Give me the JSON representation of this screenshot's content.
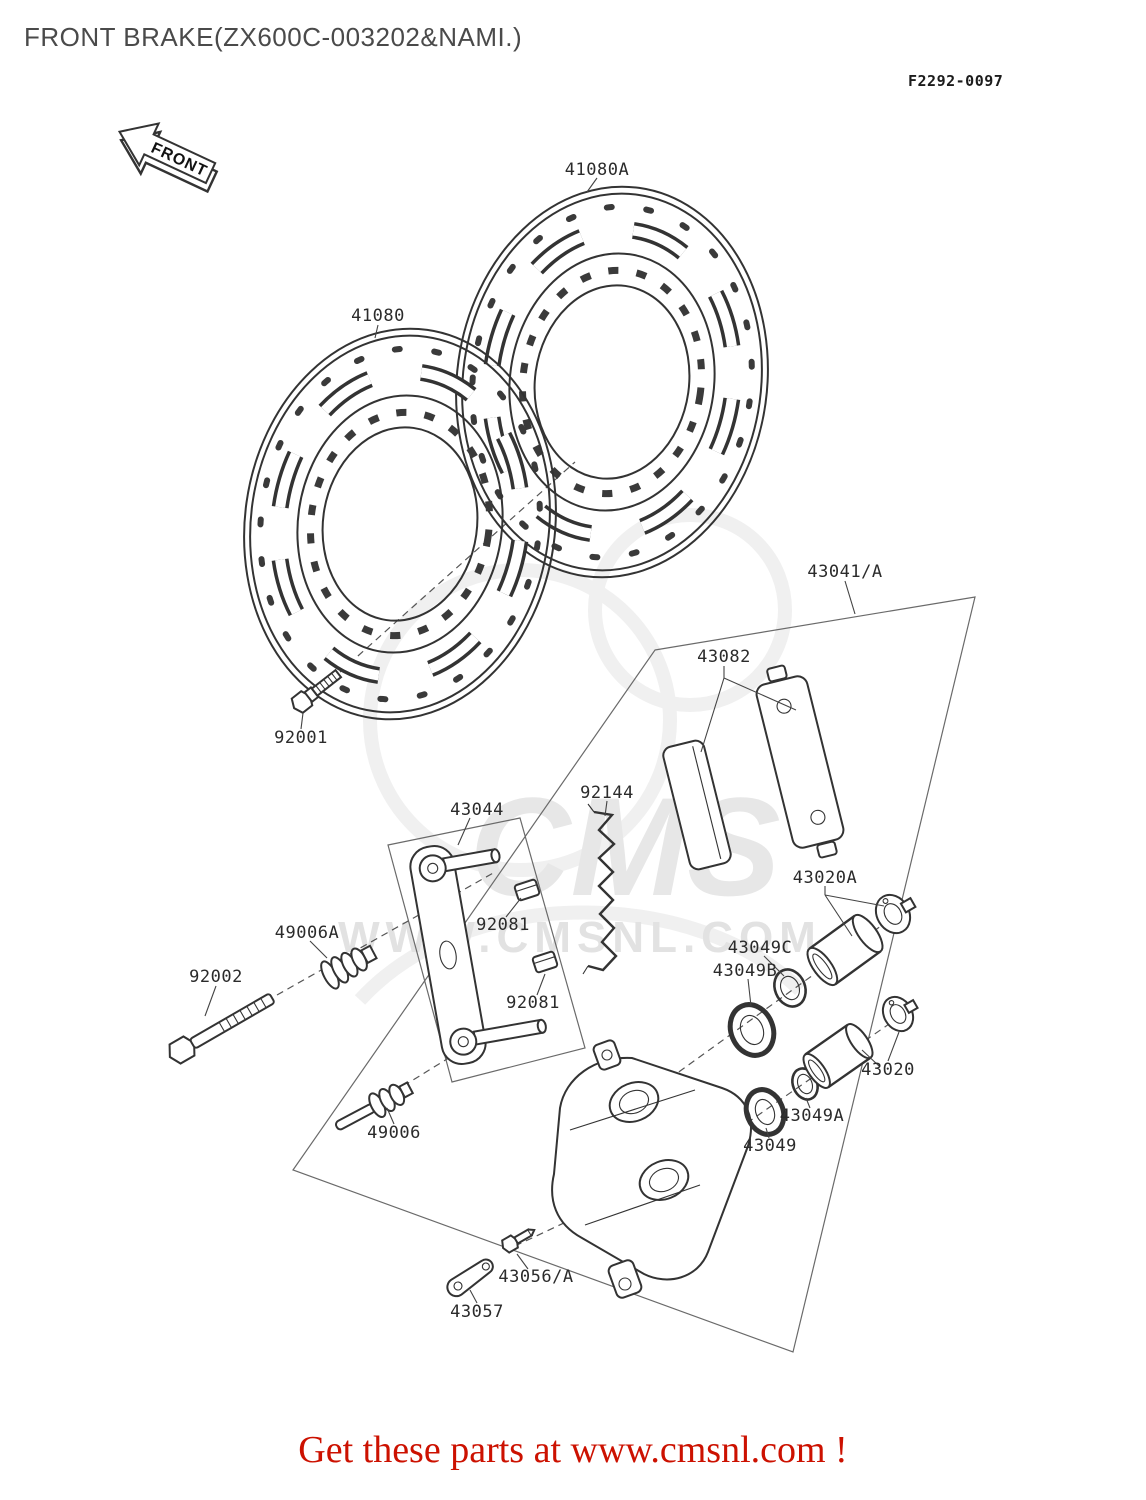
{
  "page": {
    "title": "FRONT BRAKE(ZX600C-003202&NAMI.)",
    "ref_code": "F2292-0097",
    "front_arrow_label": "FRONT",
    "footer_text": "Get these parts at www.cmsnl.com !",
    "accent_color": "#cc1100",
    "line_color": "#333333"
  },
  "watermark": {
    "line1": "CMS",
    "line2": "WWW.CMSNL.COM"
  },
  "part_labels": [
    "41080A",
    "41080",
    "43041/A",
    "43082",
    "92144",
    "43044",
    "92001",
    "49006A",
    "92081",
    "92081",
    "92002",
    "43020A",
    "43049C",
    "43049B",
    "43020",
    "49006",
    "43049A",
    "43049",
    "43056/A",
    "43057"
  ]
}
